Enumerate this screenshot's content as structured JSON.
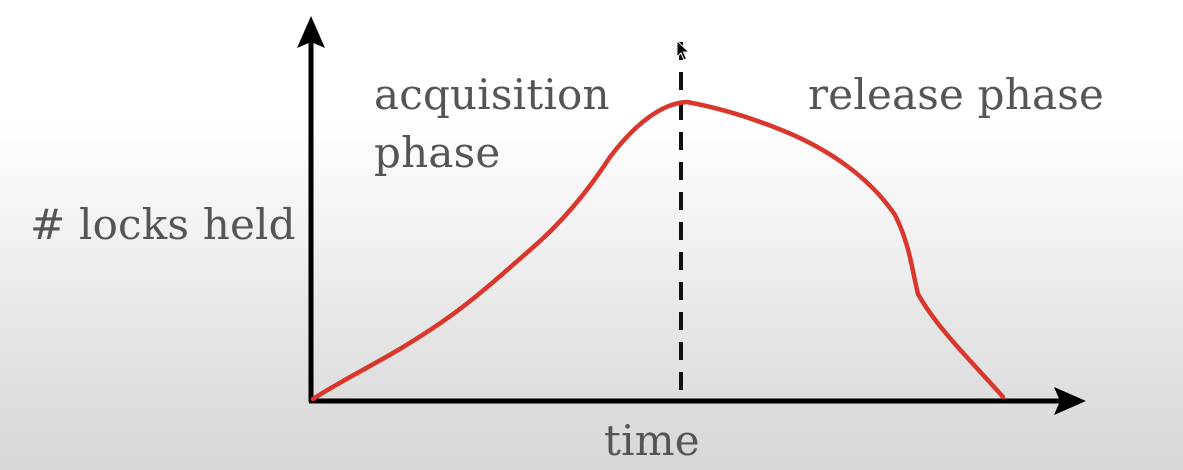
{
  "diagram": {
    "type": "two-phase-locking",
    "y_axis_label": "# locks held",
    "x_axis_label": "time",
    "phases": {
      "acquisition": [
        "acquisition",
        "phase"
      ],
      "release": "release phase"
    },
    "colors": {
      "axis": "#000000",
      "curve": "#d9372b",
      "divider": "#111111",
      "text": "#555555",
      "background_top": "#ffffff",
      "background_bottom": "#d7d7d7"
    },
    "icons": {
      "cursor": "mouse-pointer-icon"
    }
  }
}
